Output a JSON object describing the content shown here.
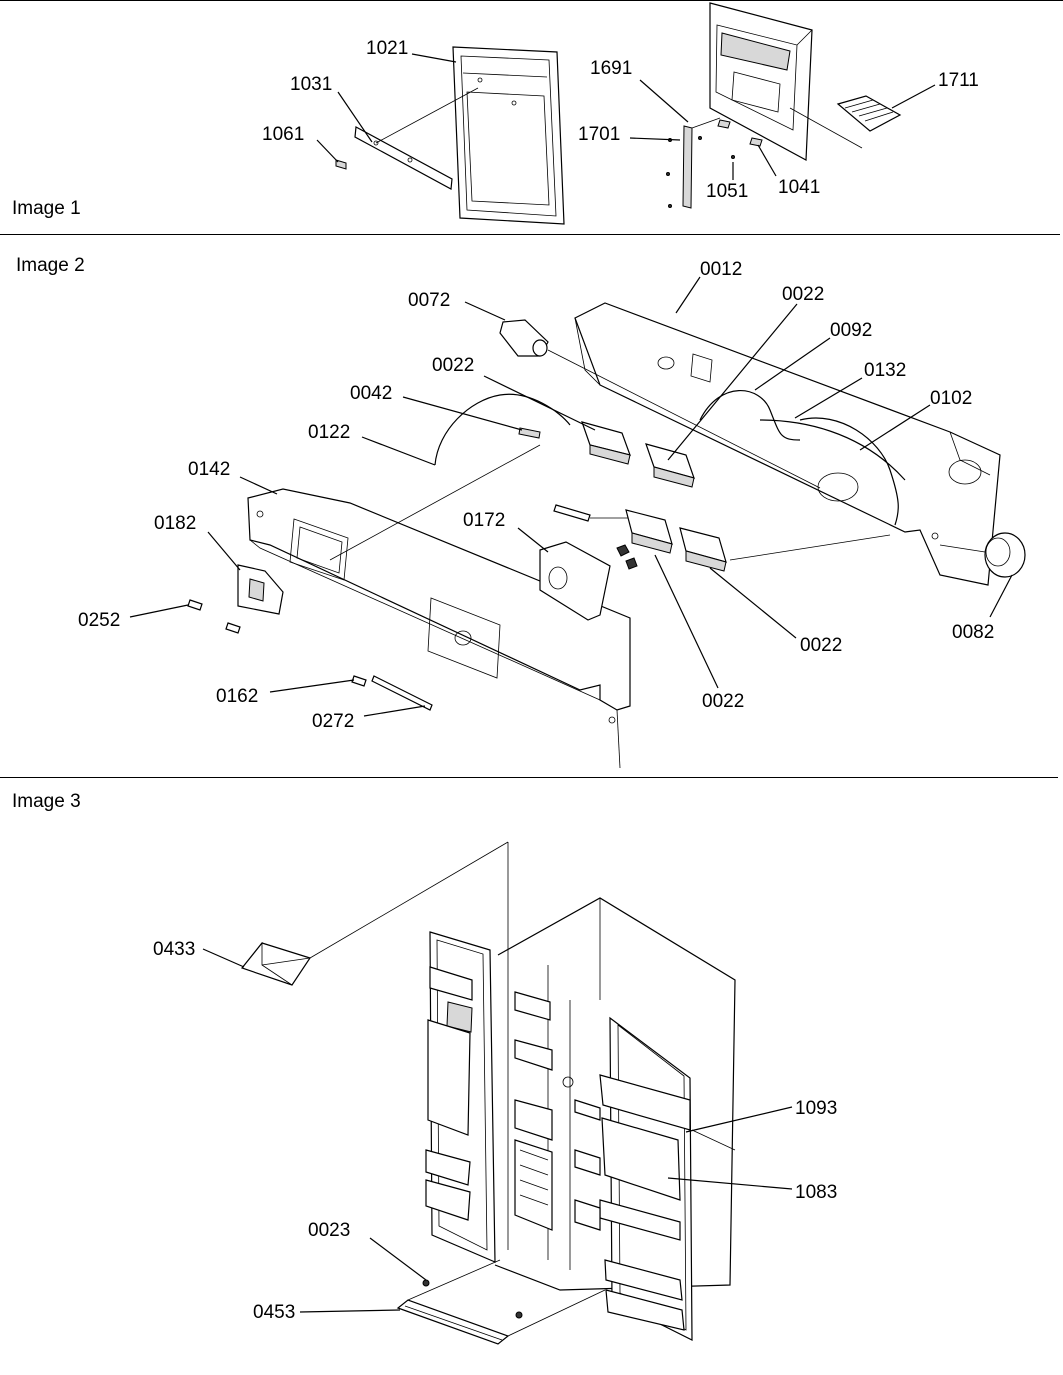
{
  "panels": [
    {
      "label": "Image 1"
    },
    {
      "label": "Image 2"
    },
    {
      "label": "Image 3"
    }
  ],
  "callouts": {
    "p1": [
      "1021",
      "1031",
      "1061",
      "1691",
      "1701",
      "1711",
      "1051",
      "1041"
    ],
    "p2": [
      "0012",
      "0072",
      "0022",
      "0092",
      "0022",
      "0132",
      "0042",
      "0102",
      "0122",
      "0142",
      "0172",
      "0182",
      "0252",
      "0082",
      "0022",
      "0022",
      "0162",
      "0272"
    ],
    "p3": [
      "0433",
      "1093",
      "1083",
      "0023",
      "0453"
    ]
  }
}
